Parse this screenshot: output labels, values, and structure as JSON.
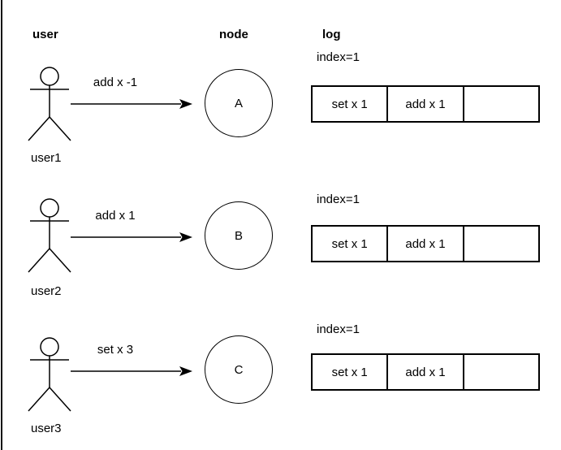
{
  "headers": {
    "user": "user",
    "node": "node",
    "log": "log"
  },
  "rows": [
    {
      "user_name": "user1",
      "message": "add x -1",
      "node_label": "A",
      "log_index": "index=1",
      "log_cells": [
        "set x 1",
        "add x 1",
        ""
      ]
    },
    {
      "user_name": "user2",
      "message": "add x 1",
      "node_label": "B",
      "log_index": "index=1",
      "log_cells": [
        "set x 1",
        "add x 1",
        ""
      ]
    },
    {
      "user_name": "user3",
      "message": "set x 3",
      "node_label": "C",
      "log_index": "index=1",
      "log_cells": [
        "set x 1",
        "add x 1",
        ""
      ]
    }
  ],
  "icons": {
    "user_figure": "stick-figure-person",
    "request_arrow": "right-arrow"
  },
  "colors": {
    "background": "#ffffff",
    "stroke": "#000000",
    "text": "#000000"
  }
}
